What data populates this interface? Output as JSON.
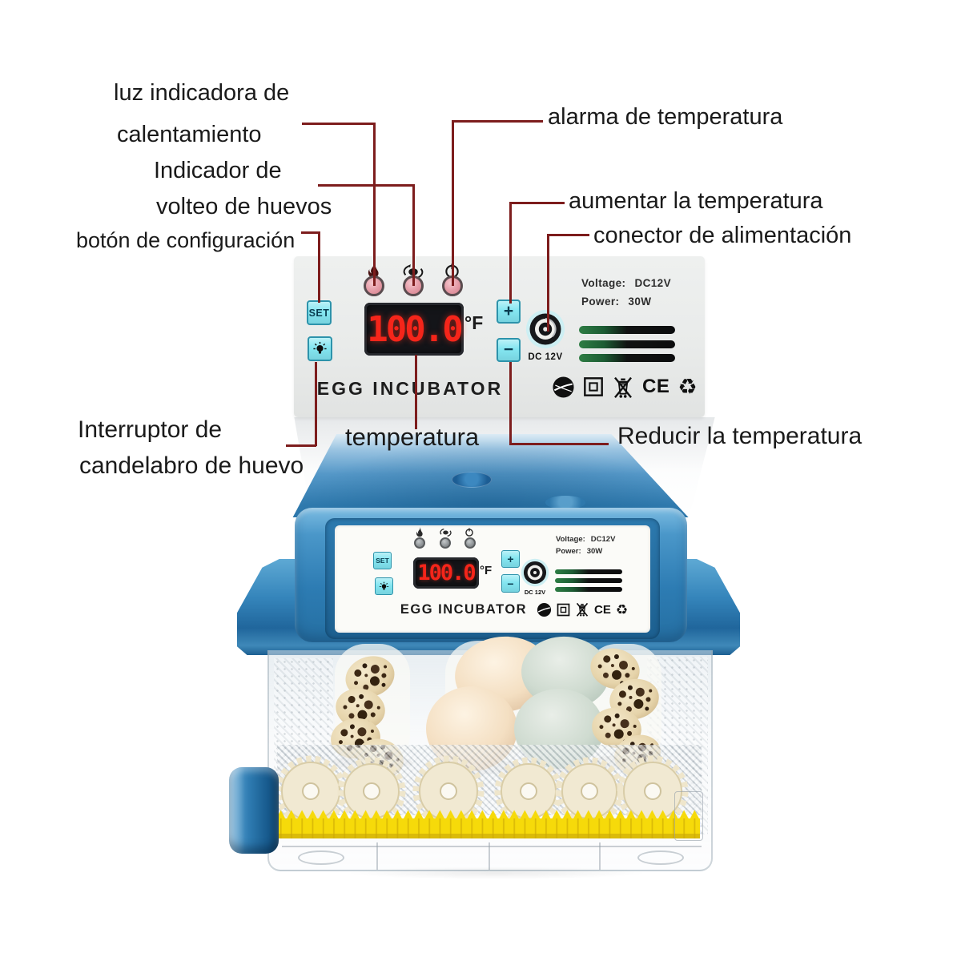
{
  "annotations": {
    "heating_light_1": "luz indicadora de",
    "heating_light_2": "calentamiento",
    "egg_turning_1": "Indicador de",
    "egg_turning_2": "volteo de huevos",
    "config_button": "botón de configuración",
    "temp_alarm": "alarma de temperatura",
    "increase_temp": "aumentar la temperatura",
    "power_connector": "conector de alimentación",
    "candler_switch_1": "Interruptor de",
    "candler_switch_2": "candelabro de huevo",
    "temperature": "temperatura",
    "decrease_temp": "Reducir la temperatura"
  },
  "panel": {
    "set_button": "SET",
    "display_value": "100.0",
    "display_unit": "°F",
    "increase_button": "+",
    "decrease_button": "−",
    "brand": "EGG INCUBATOR",
    "voltage_label": "Voltage:",
    "voltage_value": "DC12V",
    "power_label": "Power:",
    "power_value": "30W",
    "dc_jack_label": "DC 12V",
    "ce_mark": "CE",
    "recycle_symbol": "♻"
  },
  "indicators": {
    "heat": "flame-icon",
    "turning": "egg-rotation-icon",
    "alarm": "power-ring-icon",
    "candler": "bulb-icon"
  },
  "colors": {
    "leader_line": "#7d1d1d",
    "button_cyan": "#84e6f1",
    "display_red": "#f5251a",
    "lid_blue": "#2e7cb3",
    "rail_yellow": "#f6da0a",
    "panel_grey": "#e9ebea"
  }
}
